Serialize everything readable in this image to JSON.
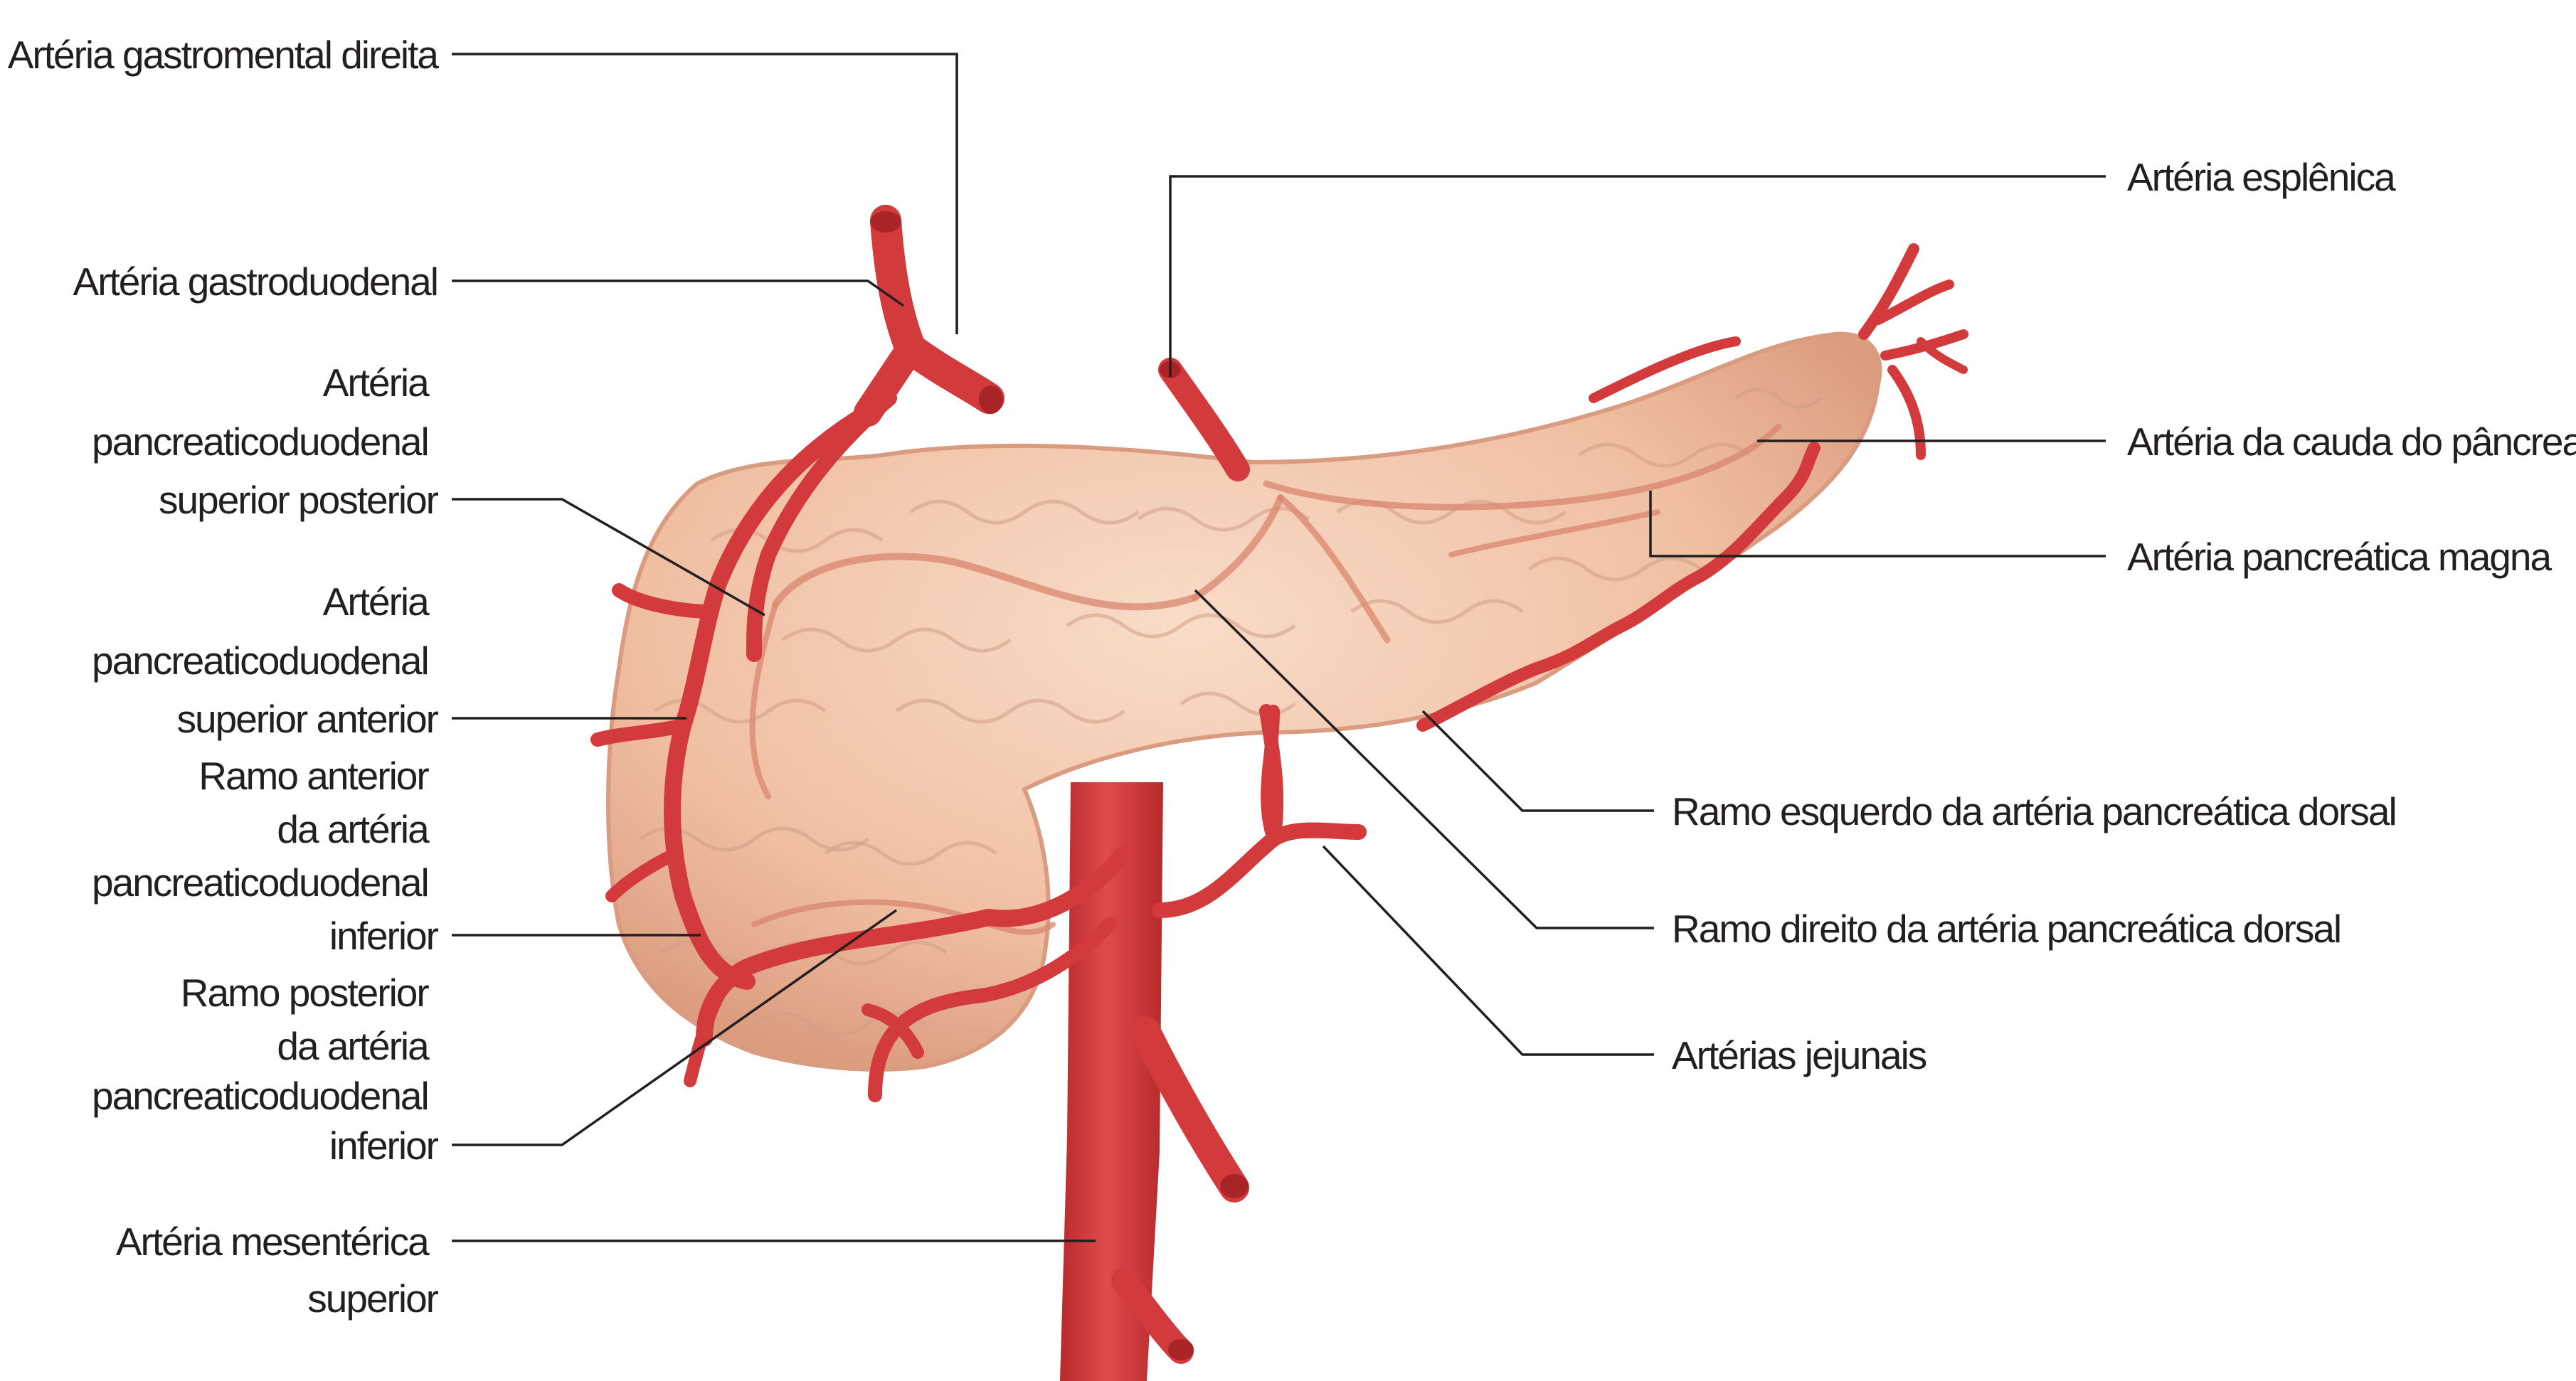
{
  "labels": {
    "gastromental": [
      "Artéria gastromental direita"
    ],
    "gastroduodenal": [
      "Artéria gastroduodenal"
    ],
    "psp": [
      "Artéria",
      "pancreaticoduodenal",
      "superior posterior"
    ],
    "psa": [
      "Artéria",
      "pancreaticoduodenal",
      "superior anterior"
    ],
    "ant_inf": [
      "Ramo anterior",
      "da artéria",
      "pancreaticoduodenal",
      "inferior"
    ],
    "post_inf": [
      "Ramo posterior",
      "da artéria",
      "pancreaticoduodenal",
      "inferior"
    ],
    "mesenterica": [
      "Artéria mesentérica",
      "superior"
    ],
    "esplenica": [
      "Artéria esplênica"
    ],
    "cauda": [
      "Artéria da cauda do pâncreas"
    ],
    "magna": [
      "Artéria pancreática magna"
    ],
    "esquerdo": [
      "Ramo esquerdo da artéria pancreática dorsal"
    ],
    "direito": [
      "Ramo direito da artéria pancreática dorsal"
    ],
    "jejunais": [
      "Artérias jejunais"
    ]
  },
  "colors": {
    "pancreas": "#f2c3a8",
    "pancreas_edge": "#d99c80",
    "artery": "#d23a3b",
    "leader": "#231f20"
  }
}
